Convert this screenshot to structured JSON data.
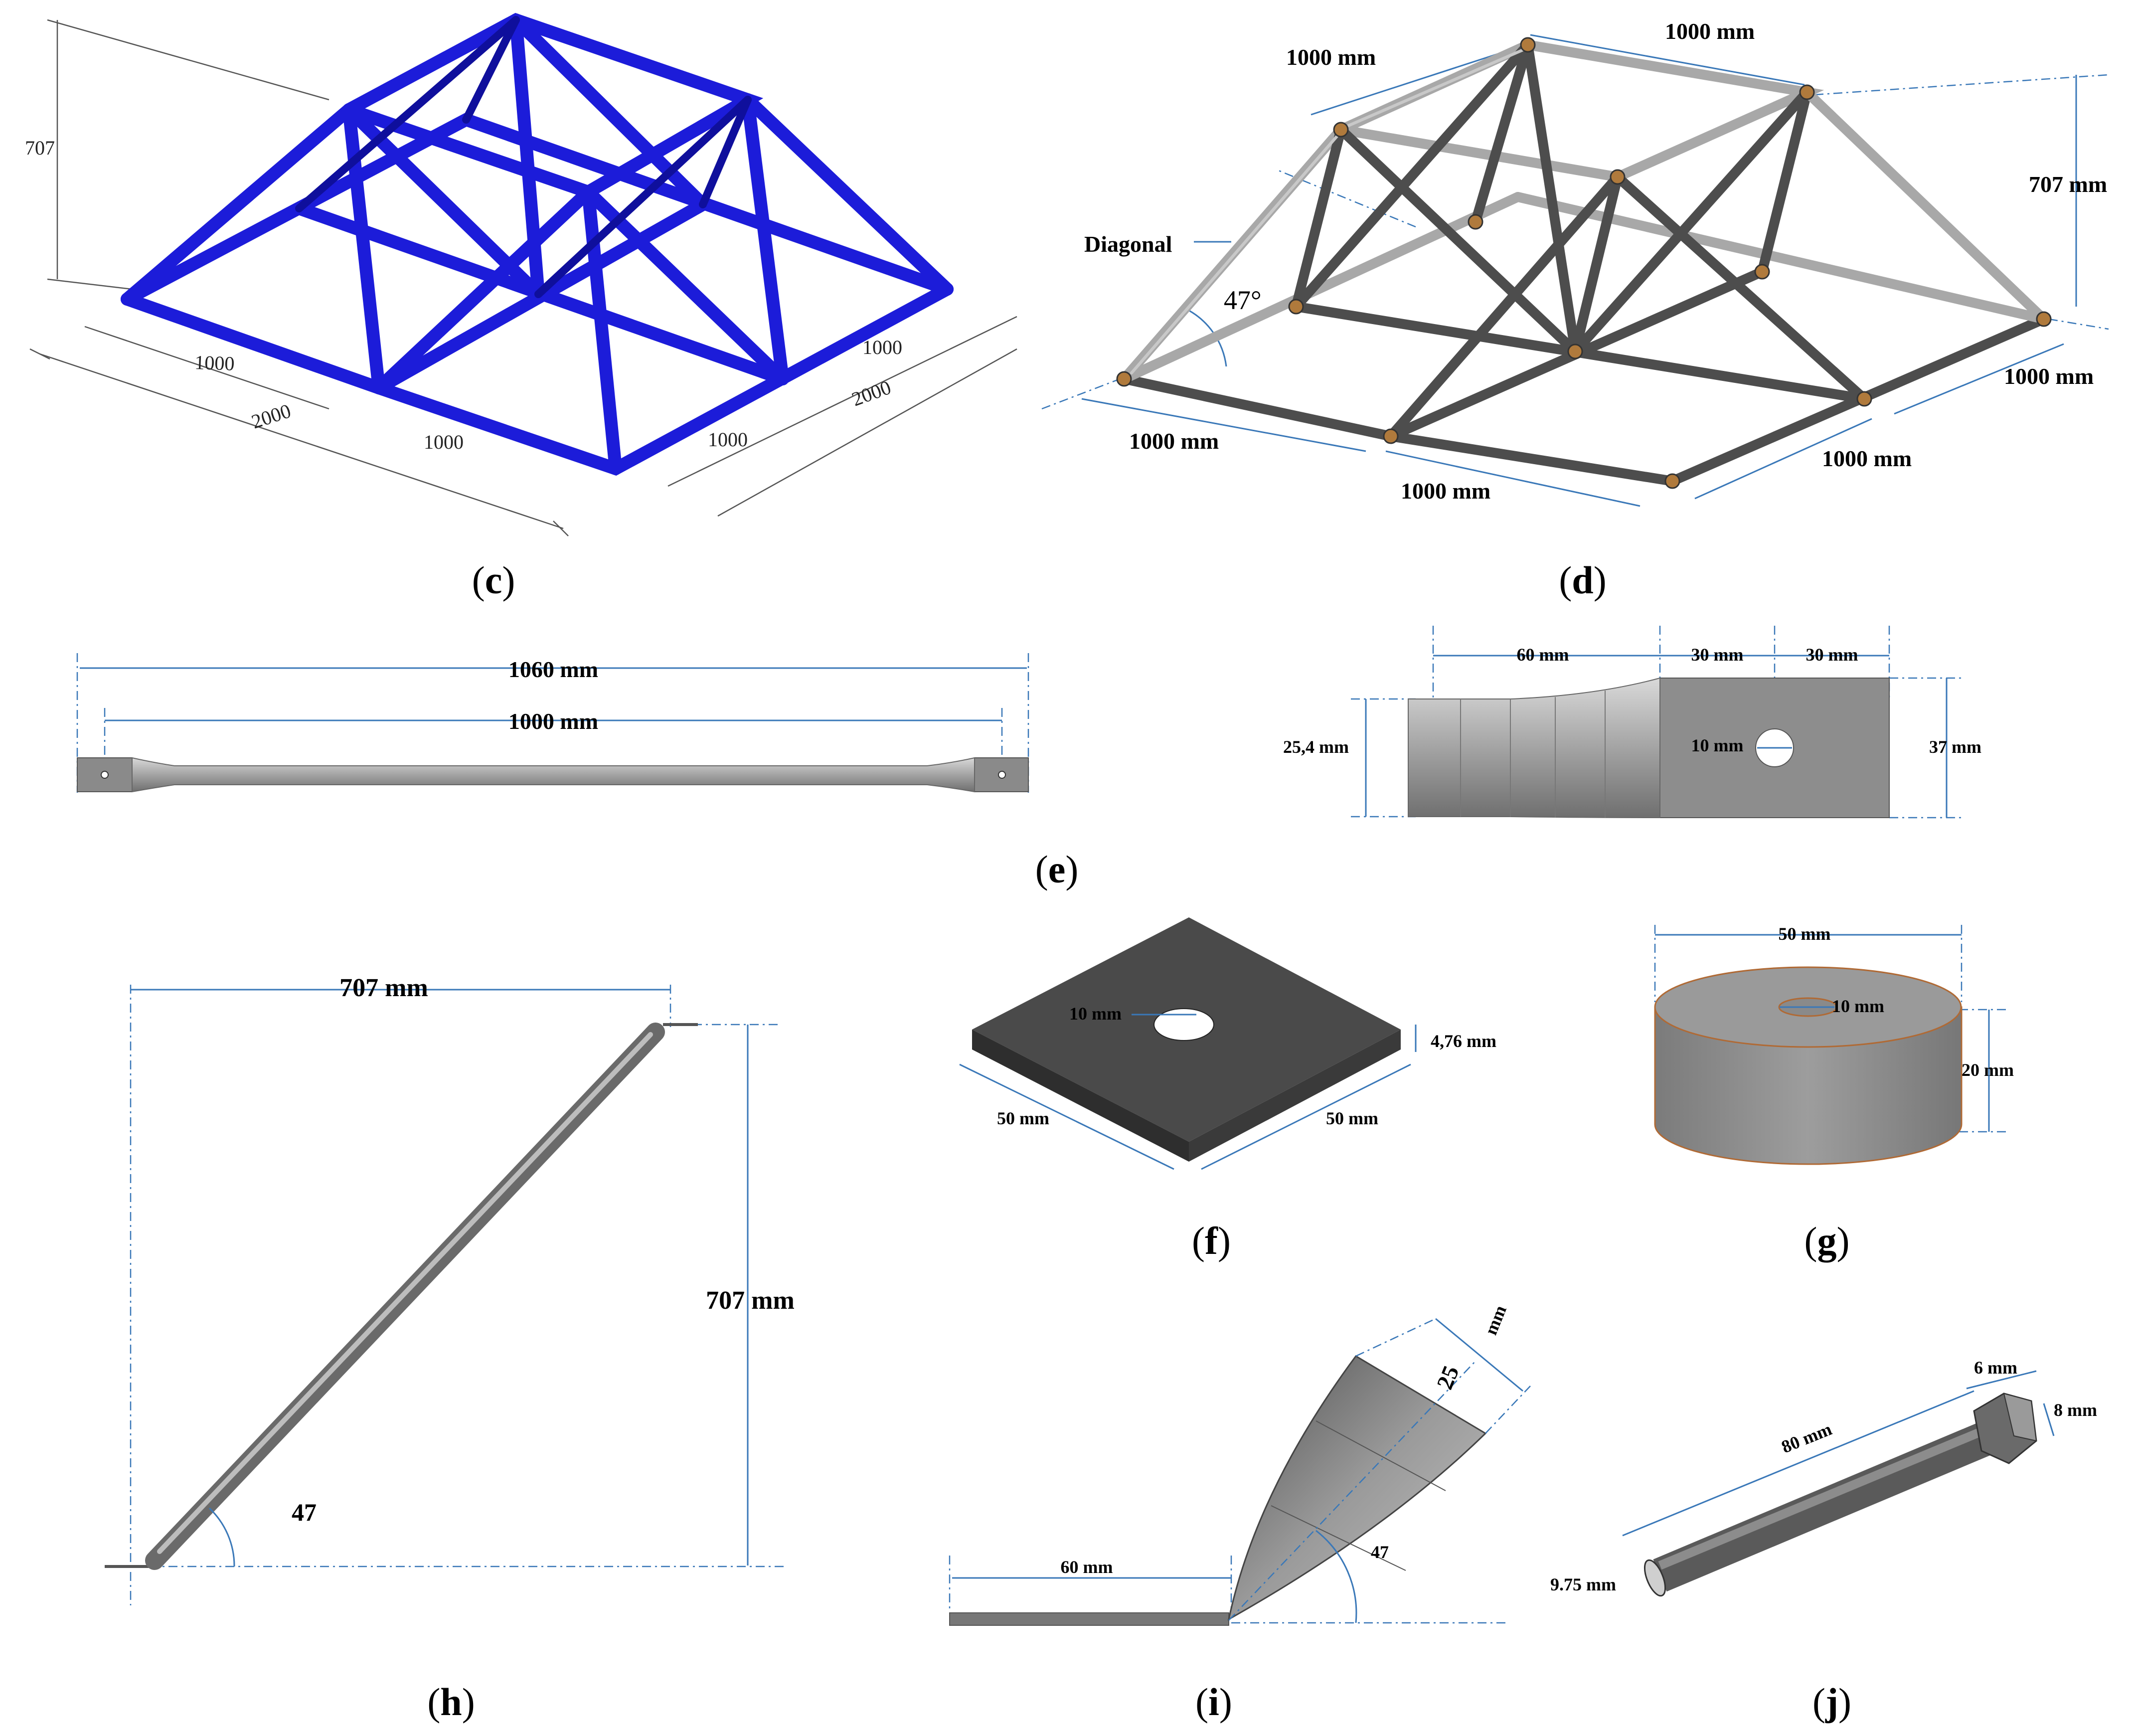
{
  "panels": {
    "c": {
      "caption_letter": "c",
      "dims": {
        "height": "707",
        "w1": "1000",
        "w2": "2000",
        "w3": "1000",
        "d1": "1000",
        "d2": "2000",
        "d3": "1000"
      }
    },
    "d": {
      "caption_letter": "d",
      "dims": {
        "top_left": "1000 mm",
        "top_right": "1000 mm",
        "height": "707 mm",
        "right_depth": "1000 mm",
        "front_right": "1000 mm",
        "front_mid": "1000 mm",
        "front_left": "1000 mm",
        "angle": "47°"
      },
      "labels": {
        "diagonal": "Diagonal"
      }
    },
    "e": {
      "caption_letter": "e",
      "dims": {
        "total": "1060 mm",
        "inner": "1000 mm",
        "taper": "60 mm",
        "seg1": "30 mm",
        "seg2": "30 mm",
        "tube_dia": "25,4 mm",
        "hole": "10 mm",
        "plate_h": "37 mm"
      }
    },
    "f": {
      "caption_letter": "f",
      "dims": {
        "hole": "10 mm",
        "thickness": "4,76 mm",
        "side_a": "50 mm",
        "side_b": "50 mm"
      }
    },
    "g": {
      "caption_letter": "g",
      "dims": {
        "diameter": "50 mm",
        "hole": "10 mm",
        "height": "20 mm"
      }
    },
    "h": {
      "caption_letter": "h",
      "dims": {
        "horizontal": "707 mm",
        "vertical": "707 mm",
        "angle": "47"
      }
    },
    "i": {
      "caption_letter": "i",
      "dims": {
        "flat": "60 mm",
        "dia": "25",
        "dia_unit": "mm",
        "angle": "47"
      }
    },
    "j": {
      "caption_letter": "j",
      "dims": {
        "head_w": "6 mm",
        "head_h": "8 mm",
        "length": "80 mm",
        "dia": "9.75 mm"
      }
    }
  }
}
